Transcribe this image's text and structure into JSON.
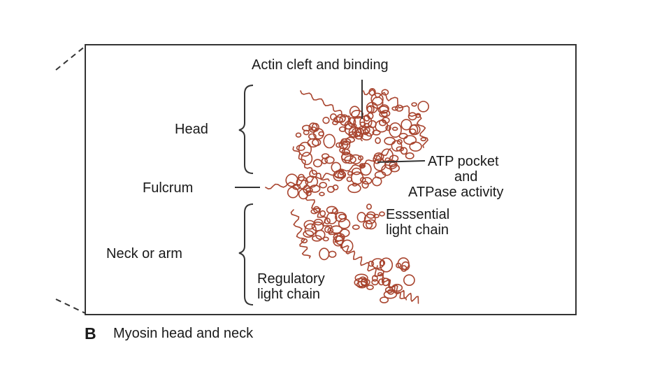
{
  "figure": {
    "panel_letter": "B",
    "caption": "Myosin head and neck",
    "protein_color": "#a8442e"
  },
  "labels": {
    "actin_cleft": "Actin cleft and binding",
    "head": "Head",
    "atp_pocket_1": "ATP pocket",
    "atp_pocket_2": "and",
    "atp_pocket_3": "ATPase activity",
    "fulcrum": "Fulcrum",
    "essential_1": "Esssential",
    "essential_2": "light chain",
    "neck": "Neck or arm",
    "regulatory_1": "Regulatory",
    "regulatory_2": "light chain"
  }
}
